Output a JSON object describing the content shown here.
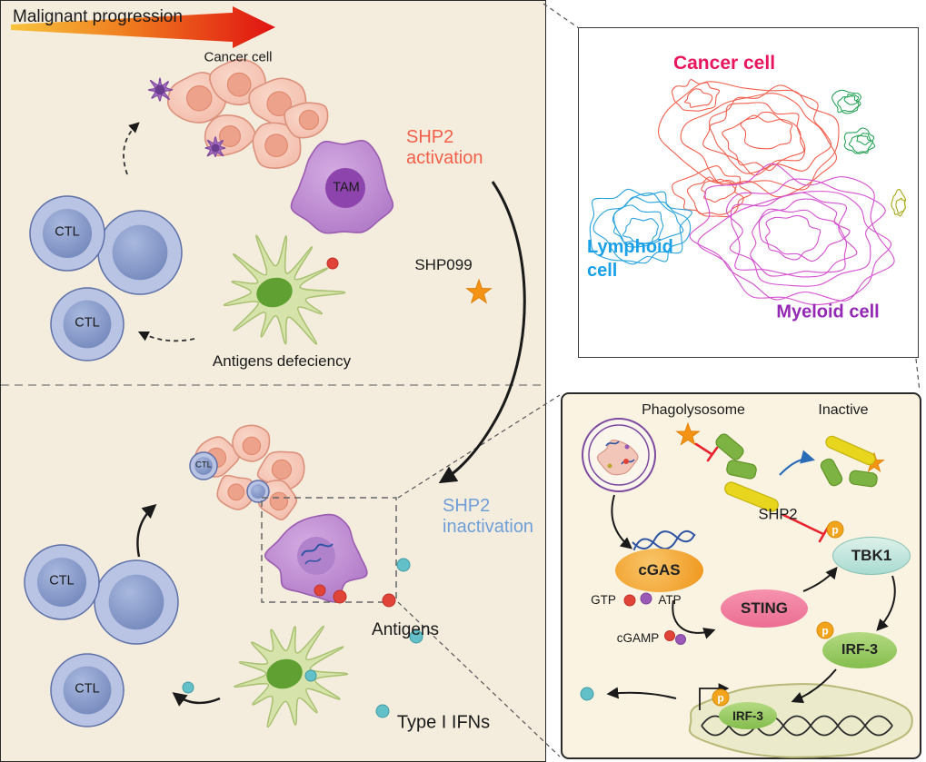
{
  "colors": {
    "activation_text": "#f2604a",
    "inactivation_text": "#6f9fd8",
    "cancer_cluster": "#f1604e",
    "lymphoid_cluster": "#2aa3df",
    "myeloid_cluster": "#d44fd0",
    "cancer_label": "#e8175d",
    "lymphoid_label": "#18a0e8",
    "myeloid_label": "#9428b4",
    "phospho_badge": "#f2a41c",
    "shp099_star": "#f59314"
  },
  "left": {
    "title": "Malignant progression",
    "top": {
      "cancer_cell": "Cancer cell",
      "tam": "TAM",
      "ctl1": "CTL",
      "ctl2": "CTL",
      "shp2_line1": "SHP2",
      "shp2_line2": "activation",
      "shp099": "SHP099",
      "antigens": "Antigens defeciency"
    },
    "bottom": {
      "ctl_small": "CTL",
      "ctl1": "CTL",
      "ctl2": "CTL",
      "shp2_line1": "SHP2",
      "shp2_line2": "inactivation",
      "antigens": "Antigens",
      "ifns": "Type I IFNs"
    }
  },
  "tsne": {
    "cancer": "Cancer cell",
    "lymphoid_line1": "Lymphoid",
    "lymphoid_line2": "cell",
    "myeloid": "Myeloid cell"
  },
  "pathway": {
    "phagolysosome": "Phagolysosome",
    "inactive": "Inactive",
    "shp2": "SHP2",
    "cgas": "cGAS",
    "gtp": "GTP",
    "atp": "ATP",
    "sting": "STING",
    "cgamp": "cGAMP",
    "tbk1": "TBK1",
    "irf3": "IRF-3",
    "irf3_nuc": "IRF-3",
    "p": "p"
  }
}
